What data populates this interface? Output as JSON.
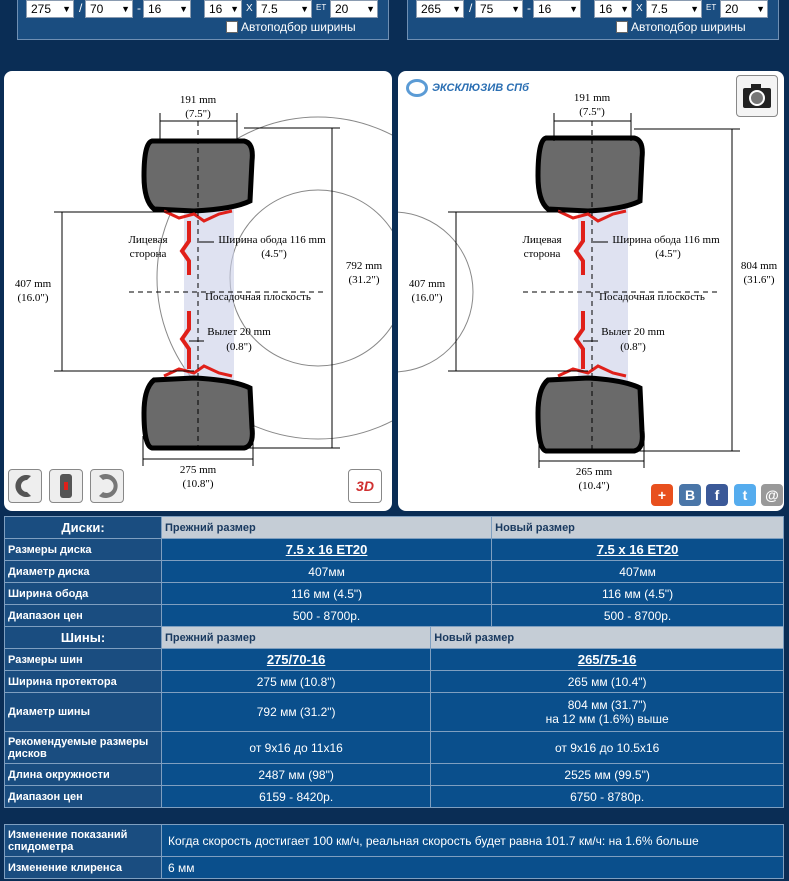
{
  "left_selector": {
    "width": "275",
    "profile": "70",
    "radius": "16",
    "rim_d": "16",
    "rim_x": "X",
    "rim_w": "7.5",
    "et_label": "ET",
    "et": "20",
    "autofit": "Автоподбор ширины",
    "sep1": "/",
    "sep2": "-"
  },
  "right_selector": {
    "width": "265",
    "profile": "75",
    "radius": "16",
    "rim_d": "16",
    "rim_x": "X",
    "rim_w": "7.5",
    "et_label": "ET",
    "et": "20",
    "autofit": "Автоподбор ширины",
    "sep1": "/",
    "sep2": "-"
  },
  "left_panel": {
    "top_mm": "191 mm",
    "top_in": "(7.5\")",
    "rim_mm": "407 mm",
    "rim_in": "(16.0\")",
    "face_1": "Лицевая",
    "face_2": "сторона",
    "rim_width_mm": "Ширина обода 116 mm",
    "rim_width_in": "(4.5\")",
    "mount_plane": "Посадочная плоскость",
    "offset_mm": "Вылет 20 mm",
    "offset_in": "(0.8\")",
    "diam_mm": "792 mm",
    "diam_in": "(31.2\")",
    "bottom_mm": "275 mm",
    "bottom_in": "(10.8\")"
  },
  "right_panel": {
    "brand": "ЭКСКЛЮЗИВ СПб",
    "top_mm": "191 mm",
    "top_in": "(7.5\")",
    "rim_mm": "407 mm",
    "rim_in": "(16.0\")",
    "face_1": "Лицевая",
    "face_2": "сторона",
    "rim_width_mm": "Ширина обода 116 mm",
    "rim_width_in": "(4.5\")",
    "mount_plane": "Посадочная плоскость",
    "offset_mm": "Вылет 20 mm",
    "offset_in": "(0.8\")",
    "diam_mm": "804 mm",
    "diam_in": "(31.6\")",
    "bottom_mm": "265 mm",
    "bottom_in": "(10.4\")"
  },
  "icons": {
    "view_3d": "3D",
    "share_plus": "+",
    "share_vk": "B",
    "share_fb": "f",
    "share_tw": "t",
    "share_mail": "@"
  },
  "discs": {
    "section": "Диски:",
    "old_hdr": "Прежний размер",
    "new_hdr": "Новый размер",
    "rows": [
      {
        "label": "Размеры диска",
        "old": "7.5 x 16 ET20",
        "new": "7.5 x 16 ET20"
      },
      {
        "label": "Диаметр диска",
        "old": "407мм",
        "new": "407мм"
      },
      {
        "label": "Ширина обода",
        "old": "116 мм (4.5\")",
        "new": "116 мм (4.5\")"
      },
      {
        "label": "Диапазон цен",
        "old": "500 - 8700р.",
        "new": "500 - 8700р."
      }
    ]
  },
  "tires": {
    "section": "Шины:",
    "old_hdr": "Прежний размер",
    "new_hdr": "Новый размер",
    "rows": [
      {
        "label": "Размеры шин",
        "old": "275/70-16",
        "new": "265/75-16"
      },
      {
        "label": "Ширина протектора",
        "old": "275 мм (10.8\")",
        "new": "265 мм (10.4\")"
      },
      {
        "label": "Диаметр шины",
        "old": "792 мм (31.2\")",
        "new": "804 мм (31.7\")",
        "new2": "на 12 мм (1.6%) выше"
      },
      {
        "label": "Рекомендуемые размеры дисков",
        "old": "от 9x16 до 11x16",
        "new": "от 9x16 до 10.5x16"
      },
      {
        "label": "Длина окружности",
        "old": "2487 мм (98\")",
        "new": "2525 мм (99.5\")"
      },
      {
        "label": "Диапазон цен",
        "old": "6159 - 8420р.",
        "new": "6750 - 8780р."
      }
    ]
  },
  "summary": {
    "speedo_label": "Изменение показаний спидометра",
    "speedo_val": "Когда скорость достигает 100 км/ч, реальная скорость будет равна 101.7 км/ч: на 1.6% больше",
    "clearance_label": "Изменение клиренса",
    "clearance_val": "6 мм"
  },
  "colors": {
    "bg": "#0a2d55",
    "cell": "#0a4f8c",
    "label": "#1a4d80",
    "hdr": "#c5cdd6",
    "rim": "#e0201a"
  }
}
